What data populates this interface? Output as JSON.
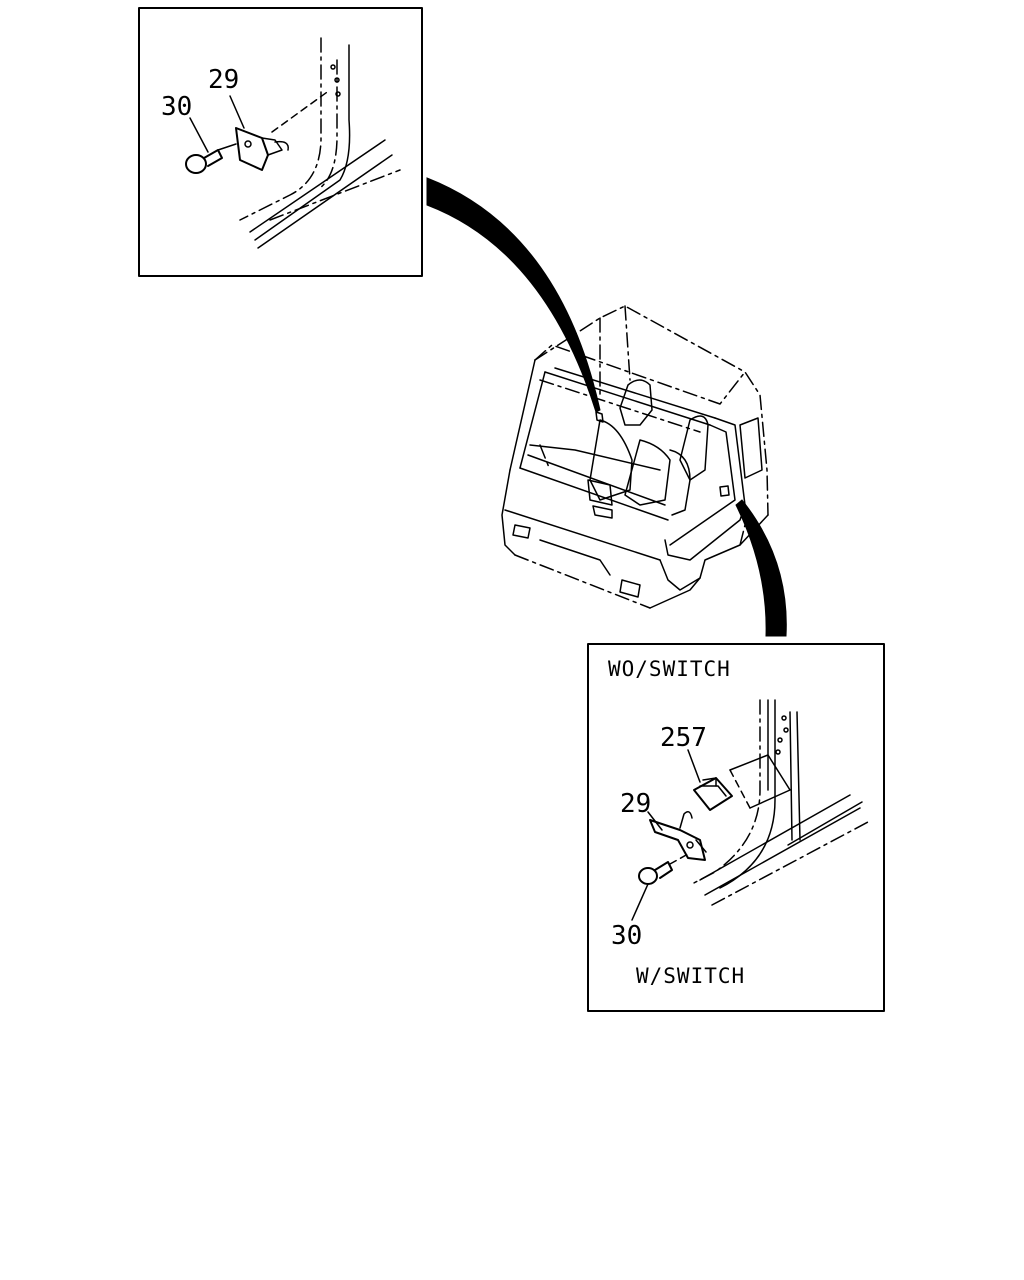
{
  "callouts": {
    "top_detail": {
      "part_bracket": "29",
      "part_screw": "30"
    },
    "bottom_detail": {
      "variant_top": "WO/SWITCH",
      "part_switch": "257",
      "part_bracket": "29",
      "part_screw": "30",
      "variant_bottom": "W/SWITCH"
    }
  },
  "colors": {
    "ink": "#000000",
    "paper": "#ffffff"
  }
}
